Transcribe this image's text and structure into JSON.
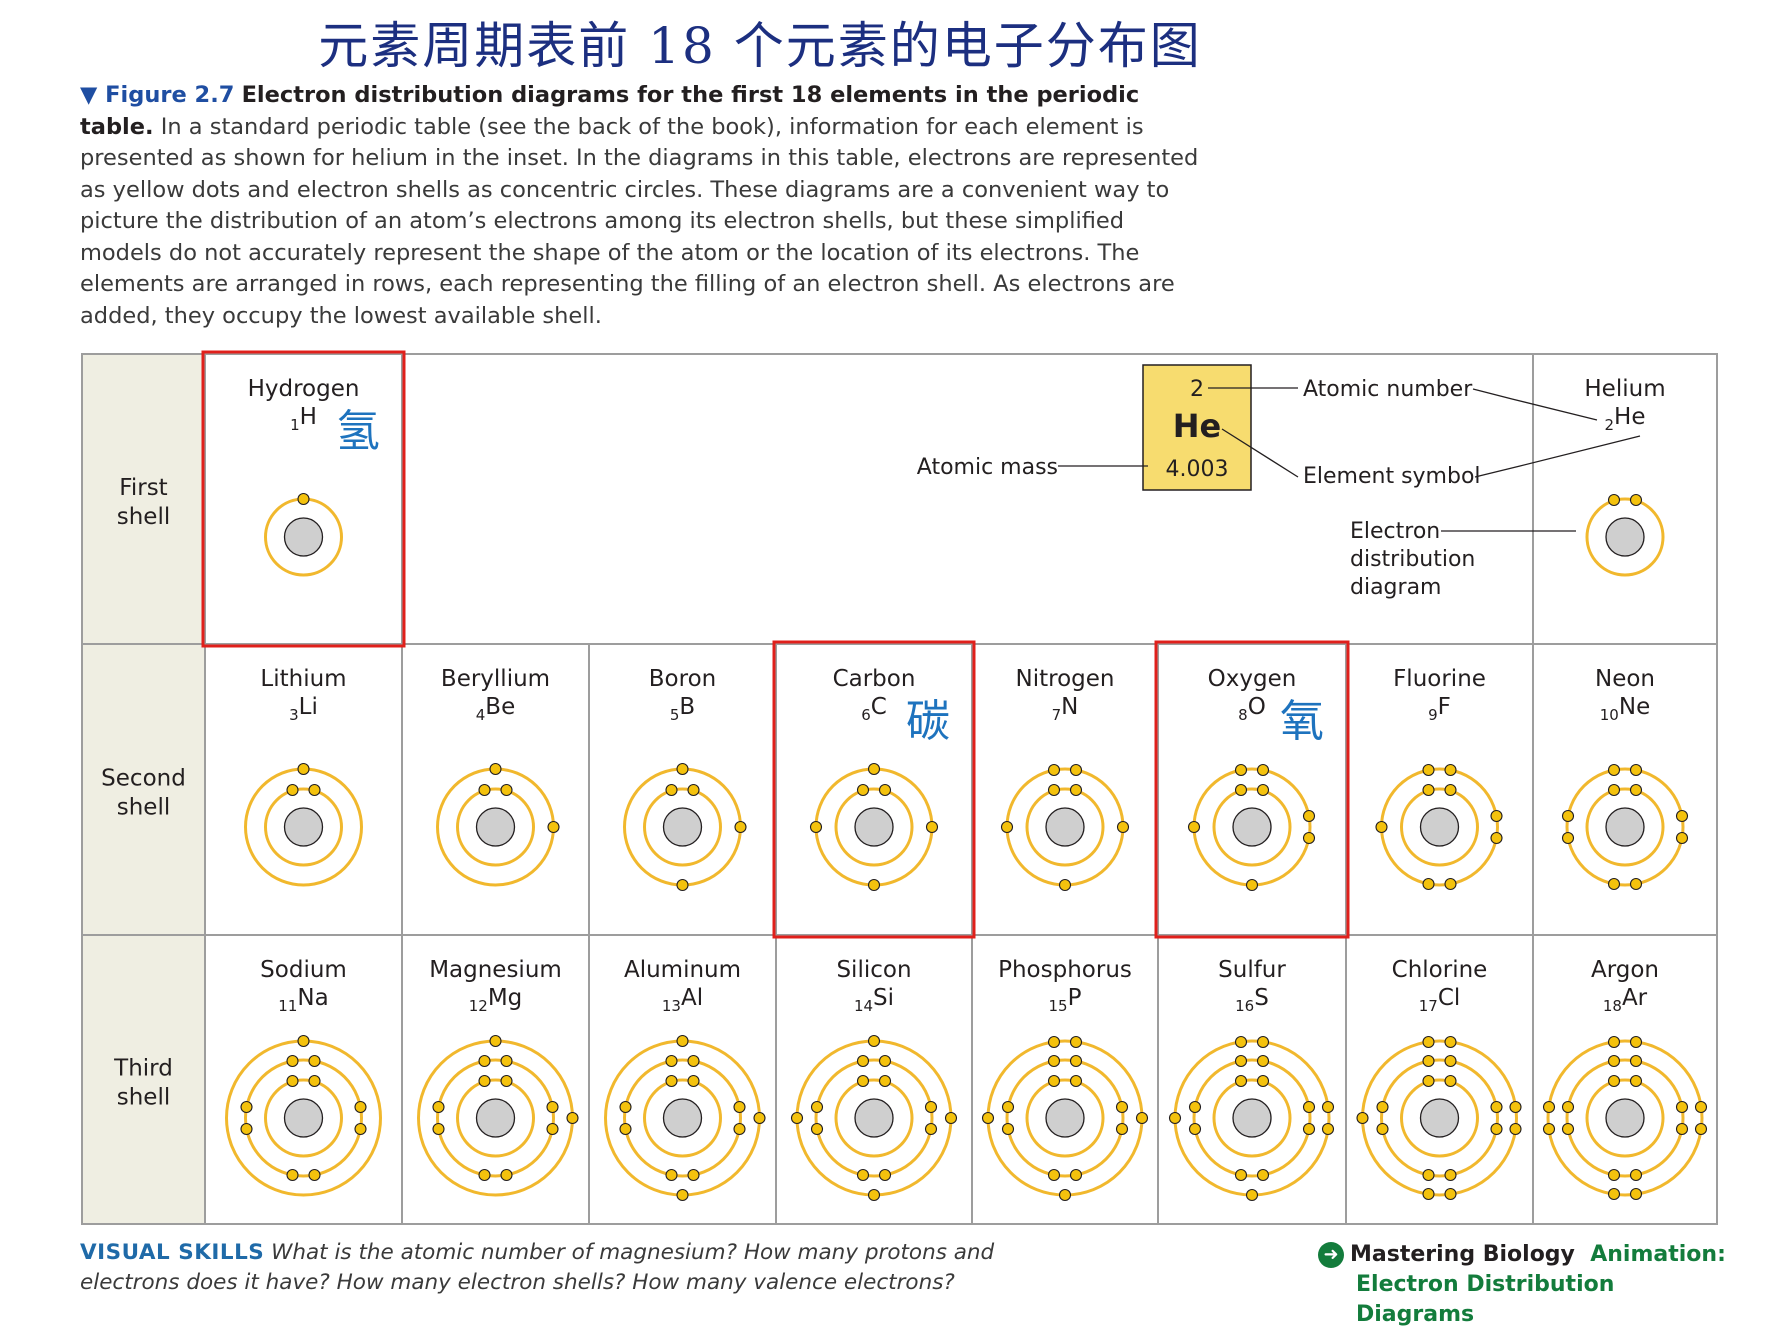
{
  "title": "元素周期表前 18 个元素的电子分布图",
  "caption": {
    "figure_label": "▼ Figure 2.7",
    "heading": "Electron distribution diagrams for the first 18 elements in the periodic table.",
    "body": "In a standard periodic table (see the back of the book), information for each element is presented as shown for helium in the inset. In the diagrams in this table, electrons are represented as yellow dots and electron shells as concentric circles. These diagrams are a convenient way to picture the distribution of an atom’s electrons among its electron shells, but these simplified models do not accurately represent the shape of the atom or the location of its electrons. The elements are arranged in rows, each representing the filling of an electron shell. As electrons are added, they occupy the lowest available shell."
  },
  "rows": [
    {
      "label": [
        "First",
        "shell"
      ]
    },
    {
      "label": [
        "Second",
        "shell"
      ]
    },
    {
      "label": [
        "Third",
        "shell"
      ]
    }
  ],
  "elements": [
    {
      "name": "Hydrogen",
      "number": "1",
      "symbol": "H",
      "row": 0,
      "col": 0,
      "shells": [
        1
      ],
      "highlight": true,
      "chinese": "氢"
    },
    {
      "name": "Helium",
      "number": "2",
      "symbol": "He",
      "row": 0,
      "col": 7,
      "shells": [
        2
      ]
    },
    {
      "name": "Lithium",
      "number": "3",
      "symbol": "Li",
      "row": 1,
      "col": 0,
      "shells": [
        2,
        1
      ]
    },
    {
      "name": "Beryllium",
      "number": "4",
      "symbol": "Be",
      "row": 1,
      "col": 1,
      "shells": [
        2,
        2
      ]
    },
    {
      "name": "Boron",
      "number": "5",
      "symbol": "B",
      "row": 1,
      "col": 2,
      "shells": [
        2,
        3
      ]
    },
    {
      "name": "Carbon",
      "number": "6",
      "symbol": "C",
      "row": 1,
      "col": 3,
      "shells": [
        2,
        4
      ],
      "highlight": true,
      "chinese": "碳"
    },
    {
      "name": "Nitrogen",
      "number": "7",
      "symbol": "N",
      "row": 1,
      "col": 4,
      "shells": [
        2,
        5
      ]
    },
    {
      "name": "Oxygen",
      "number": "8",
      "symbol": "O",
      "row": 1,
      "col": 5,
      "shells": [
        2,
        6
      ],
      "highlight": true,
      "chinese": "氧"
    },
    {
      "name": "Fluorine",
      "number": "9",
      "symbol": "F",
      "row": 1,
      "col": 6,
      "shells": [
        2,
        7
      ]
    },
    {
      "name": "Neon",
      "number": "10",
      "symbol": "Ne",
      "row": 1,
      "col": 7,
      "shells": [
        2,
        8
      ]
    },
    {
      "name": "Sodium",
      "number": "11",
      "symbol": "Na",
      "row": 2,
      "col": 0,
      "shells": [
        2,
        8,
        1
      ]
    },
    {
      "name": "Magnesium",
      "number": "12",
      "symbol": "Mg",
      "row": 2,
      "col": 1,
      "shells": [
        2,
        8,
        2
      ]
    },
    {
      "name": "Aluminum",
      "number": "13",
      "symbol": "Al",
      "row": 2,
      "col": 2,
      "shells": [
        2,
        8,
        3
      ]
    },
    {
      "name": "Silicon",
      "number": "14",
      "symbol": "Si",
      "row": 2,
      "col": 3,
      "shells": [
        2,
        8,
        4
      ]
    },
    {
      "name": "Phosphorus",
      "number": "15",
      "symbol": "P",
      "row": 2,
      "col": 4,
      "shells": [
        2,
        8,
        5
      ]
    },
    {
      "name": "Sulfur",
      "number": "16",
      "symbol": "S",
      "row": 2,
      "col": 5,
      "shells": [
        2,
        8,
        6
      ]
    },
    {
      "name": "Chlorine",
      "number": "17",
      "symbol": "Cl",
      "row": 2,
      "col": 6,
      "shells": [
        2,
        8,
        7
      ]
    },
    {
      "name": "Argon",
      "number": "18",
      "symbol": "Ar",
      "row": 2,
      "col": 7,
      "shells": [
        2,
        8,
        8
      ]
    }
  ],
  "inset": {
    "atomic_number": "2",
    "symbol": "He",
    "atomic_mass": "4.003",
    "label_atomic_number": "Atomic number",
    "label_atomic_mass": "Atomic mass",
    "label_element_symbol": "Element symbol",
    "label_diagram": [
      "Electron",
      "distribution",
      "diagram"
    ]
  },
  "footer": {
    "visual_skills_label": "VISUAL SKILLS",
    "question": "What is the atomic number of magnesium? How many protons and electrons does it have? How many electron shells? How many valence electrons?",
    "mastering": "Mastering Biology",
    "animation_label": "Animation:",
    "animation_title": "Electron Distribution Diagrams"
  },
  "colors": {
    "shell": "#f1b82d",
    "electron": "#f4c20d",
    "nucleus": "#cfcfcf",
    "label_column": "#efeee2",
    "grid": "#9d9d9d",
    "highlight": "#e0201b",
    "inset_box": "#f7dc6f",
    "chinese": "#1e73be"
  }
}
